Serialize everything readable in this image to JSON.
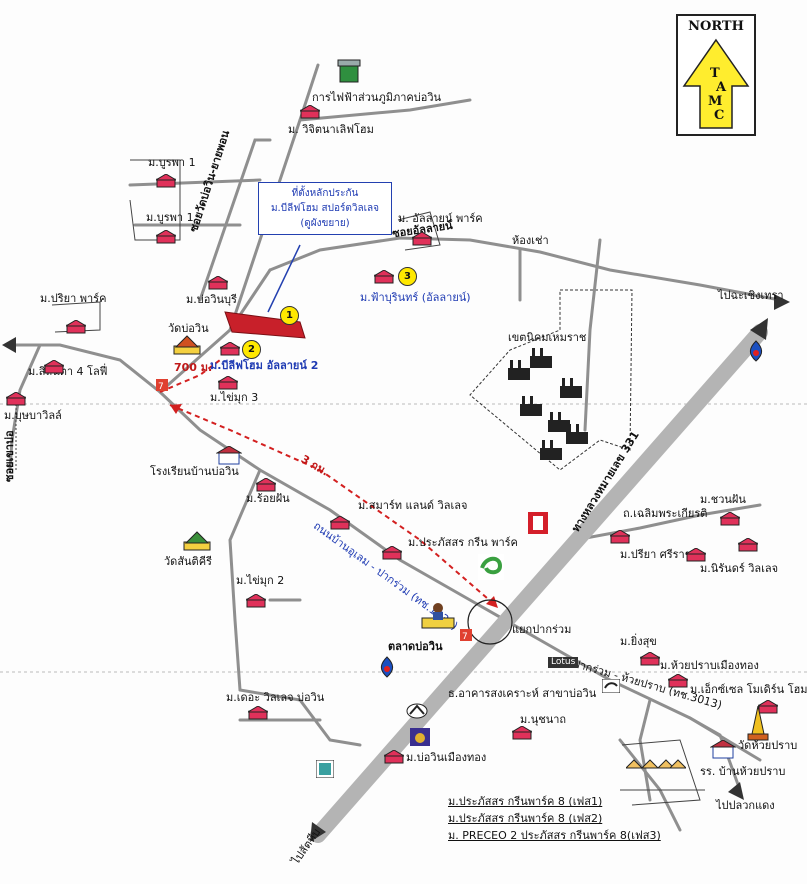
{
  "compass": {
    "north_label": "NORTH",
    "logo_letters": [
      "T",
      "A",
      "M",
      "C"
    ]
  },
  "callout": {
    "lines": [
      "ที่ตั้งหลักประกัน",
      "ม.บีลีฟโฮม สปอร์ตวิลเลจ",
      "(ดูผังขยาย)"
    ]
  },
  "markers": {
    "one": "1",
    "two": "2",
    "three": "3"
  },
  "roads": {
    "soi_bo_win_yai_phon": "ซอยวัดบ่อวิน-ยายพอน",
    "soi_alaya": "ซอยอัลลายน์",
    "road_highway_331": "ทางหลวงหมายเลข 331",
    "road_1032": "ถนนบ้านอุเลม - ปากร่วม (ทช.1032)",
    "road_pakruam_huaipraban": "ถ.ปากร่วม - ห้วยปราบ (ทช.3013)",
    "road_chaloem": "ถ.เฉลิมพระเกียรติ",
    "soi_khaobo": "ซอยเขาบ่อ"
  },
  "places": {
    "pea": "การไฟฟ้าส่วนภูมิภาคบ่อวิน",
    "witchanai": "ม. วิจิตนาเลิฟโฮม",
    "burapha1a": "ม.บูรพา 1",
    "burapha1b": "ม.บูรพา 1",
    "alaya_park": "ม. อัลลายน์ พาร์ค",
    "hongchao": "ห้องเช่า",
    "faburin": "ม.ฟ้าบุรินทร์ (อัลลายน์)",
    "bowinburi": "ม.บ่อวินบุรี",
    "pariya_park": "ม.ปริยา  พาร์ค",
    "wat_bowin": "วัดบ่อวิน",
    "believe_alaya2": "ม.บีลีฟโฮม อัลลายน์ 2",
    "dist_700": "700 ม.",
    "khaimuk3": "ม.ไข่มุก 3",
    "silanta": "ม.สิลันตา 4 โลฟี่",
    "bunbawilla": "ม.บุษบาวิลล์",
    "industrial": "เขตนิคมเหมราช",
    "to_chachoengsao": "ไปฉะเชิงเทรา",
    "school": "โรงเรียนบ้านบ่อวิน",
    "dist_3km": "3 กม.",
    "roifun": "ม.ร้อยฝัน",
    "smart_land": "ม.สมาร์ท แลนด์ วิลเลจ",
    "prakatsorn_green": "ม.ประภัสสร  กรีน  พาร์ค",
    "wat_santikhiri": "วัดสันติคีรี",
    "khaimuk2": "ม.ไข่มุก 2",
    "chaloem_suffix": "ม.ชวนฝัน",
    "pariya_sriracha": "ม.ปรียา ศรีราชา",
    "nirun_village": "ม.นิรันดร์ วิลเลจ",
    "yaek_pakruam": "แยกปากร่วม",
    "talat_bowin": "ตลาดบ่อวิน",
    "yingsuk": "ม.ยิ่งสุข",
    "huaipraban_muangthong": "ม.ห้วยปราบเมืองทอง",
    "lotus": "Lotus",
    "excel_modern": "ม.เอ็กซ์เซล โมเดิร์น โฮม",
    "gh_bank": "ธ.อาคารสงเคราะห์ สาขาบ่อวิน",
    "thara_bowin": "ม.เดอะ วิลเลจ บ่อวิน",
    "nuchanat": "ม.นุชนาถ",
    "bowin_muangthong": "ม.บ่อวินเมืองทอง",
    "wat_huaipraban": "วัดห้วยปราบ",
    "school_huaipraban": "รร. บ้านห้วยปราบ",
    "to_pluakdaeng": "ไปปลวกแดง",
    "to_sattahip": "ไปสัตหีบ",
    "prakatsorn8_1": "ม.ประภัสสร กรีนพาร์ค 8 (เฟส1)",
    "prakatsorn8_2": "ม.ประภัสสร กรีนพาร์ค 8 (เฟส2)",
    "preceo": "ม. PRECEO 2 ประภัสสร กรีนพาร์ค 8(เฟส3)"
  }
}
